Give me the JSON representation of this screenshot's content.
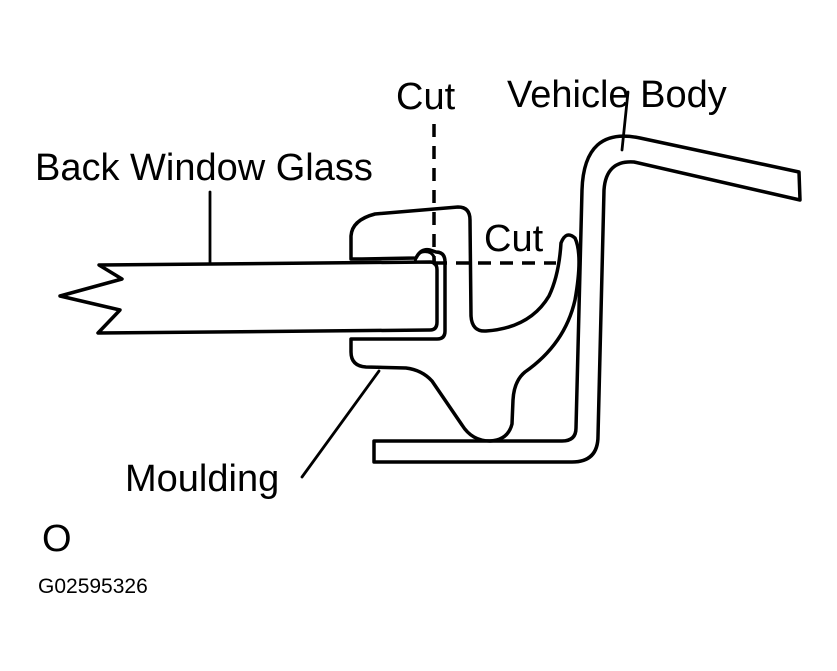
{
  "labels": {
    "cut_vertical": "Cut",
    "cut_horizontal": "Cut",
    "vehicle_body": "Vehicle Body",
    "back_window_glass": "Back Window Glass",
    "moulding": "Moulding",
    "marker": "O",
    "figure_code": "G02595326"
  }
}
